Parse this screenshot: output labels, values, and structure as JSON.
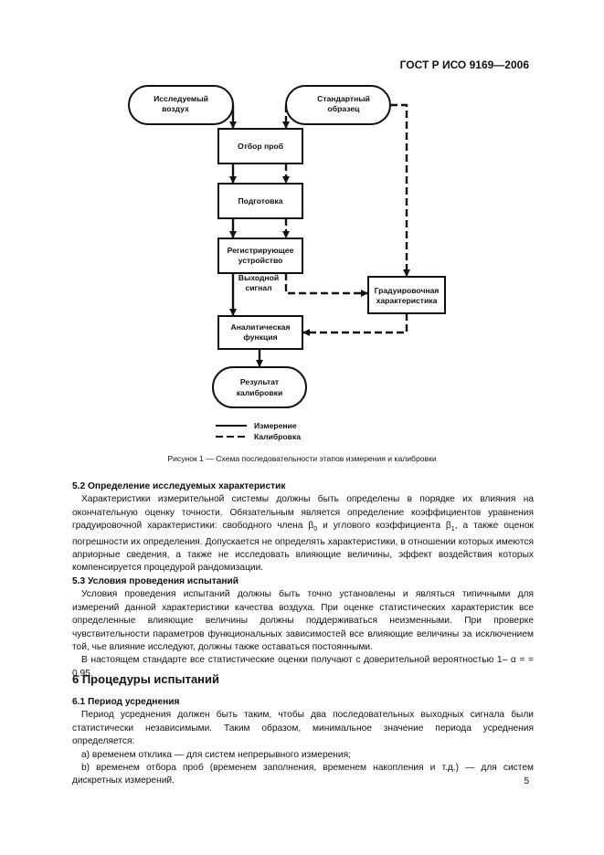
{
  "header": {
    "doc_code": "ГОСТ Р ИСО 9169—2006"
  },
  "diagram": {
    "nodes": {
      "air": "Исследуемый воздух",
      "std": "Стандартный образец",
      "sampling": "Отбор проб",
      "prep": "Подготовка",
      "recorder": "Регистрирующее устройство",
      "output": "Выходной сигнал",
      "calib_char": "Градуировочная характеристика",
      "analytic": "Аналитическая функция",
      "result": "Результат калибровки"
    },
    "legend": {
      "measure": "Измерение",
      "calib": "Калибровка"
    }
  },
  "caption": "Рисунок 1 — Схема последовательности этапов измерения и калибровки",
  "s52": {
    "heading": "5.2  Определение исследуемых характеристик",
    "p1_a": "Характеристики измерительной системы должны быть определены в порядке их влияния на окончательную оценку точности. Обязательным является определение коэффициентов уравнения градуировочной характеристики: свободного члена β",
    "sub0": "0",
    "p1_b": " и углового коэффициента β",
    "sub1": "1",
    "p1_c": ", а также оценок погрешности их определения. Допускается не определять характеристики, в отношении которых имеются априорные сведения, а также не исследовать влияющие величины, эффект воздействия которых компенсируется процедурой рандомизации."
  },
  "s53": {
    "heading": "5.3  Условия проведения испытаний",
    "p1": "Условия проведения испытаний должны быть точно установлены и являться типичными для измерений данной характеристики качества воздуха. При оценке статистических характеристик все определенные влияющие величины должны поддерживаться неизменными. При проверке чувствительности параметров функциональных зависимостей все влияющие величины за исключением той, чье влияние исследуют, должны также оставаться постоянными.",
    "p2": "В настоящем стандарте все статистические оценки получают с доверительной вероятностью 1– α = = 0,95."
  },
  "s6": {
    "heading": "6  Процедуры испытаний",
    "sub_heading": "6.1  Период усреднения",
    "p1": "Период усреднения должен быть таким, чтобы два последовательных выходных сигнала были статистически независимыми. Таким образом, минимальное значение периода усреднения определяется:",
    "item_a": "а)  временем отклика — для систем непрерывного измерения;",
    "item_b": "b)  временем отбора проб (временем заполнения, временем накопления и т.д.) — для систем дискретных измерений."
  },
  "page_number": "5"
}
